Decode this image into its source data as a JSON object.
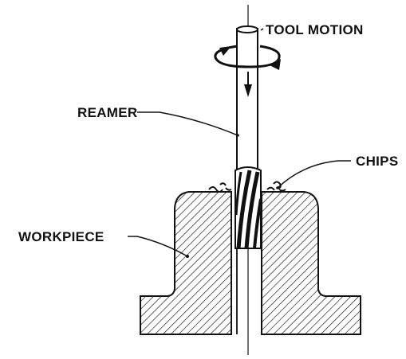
{
  "labels": {
    "tool_motion": "TOOL MOTION",
    "reamer": "REAMER",
    "chips": "CHIPS",
    "workpiece": "WORKPIECE"
  },
  "colors": {
    "ink": "#111111",
    "background": "#ffffff"
  }
}
